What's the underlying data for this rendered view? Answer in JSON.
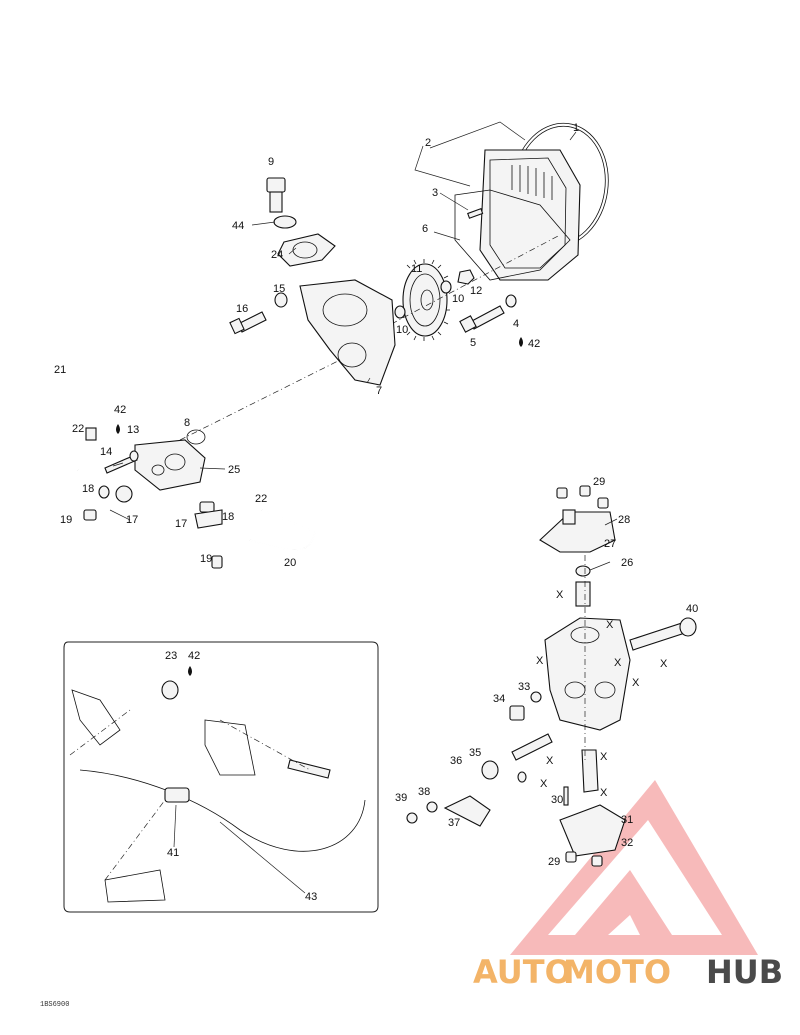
{
  "diagram": {
    "part_numbers": [
      "1",
      "2",
      "3",
      "4",
      "5",
      "6",
      "7",
      "8",
      "9",
      "10",
      "10",
      "11",
      "12",
      "13",
      "14",
      "15",
      "16",
      "17",
      "17",
      "18",
      "18",
      "19",
      "19",
      "20",
      "21",
      "22",
      "22",
      "23",
      "24",
      "25",
      "26",
      "27",
      "28",
      "29",
      "29",
      "30",
      "31",
      "32",
      "33",
      "34",
      "35",
      "36",
      "37",
      "38",
      "39",
      "40",
      "41",
      "42",
      "42",
      "42",
      "43",
      "44"
    ],
    "x_marks": [
      "X",
      "X",
      "X",
      "X",
      "X",
      "X",
      "X",
      "X",
      "X",
      "X"
    ],
    "figure_code": "1BS6900",
    "watermark": {
      "brand_part_1": "AUTO",
      "brand_part_2": "MOTO",
      "brand_part_3": "HUB",
      "color_accent": "#f4a0a0",
      "color_orange": "#f3b468",
      "color_grey": "#4a4a4a"
    }
  }
}
